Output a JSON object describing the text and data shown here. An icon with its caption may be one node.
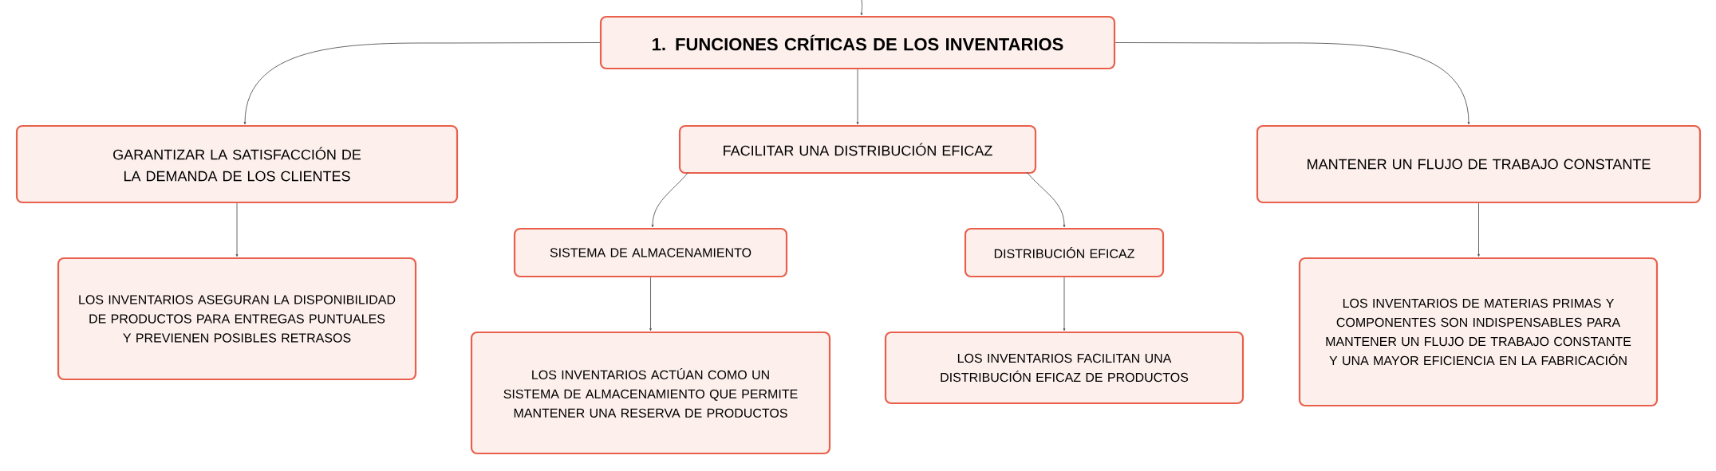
{
  "diagram": {
    "nodes": [
      {
        "text": [
          "1. FUNCIONES CRÍTICAS DE LOS INVENTARIOS"
        ]
      },
      {
        "text": [
          "GARANTIZAR LA SATISFACCIÓN DE LA DEMANDA DE LOS CLIENTES"
        ]
      },
      {
        "text": [
          "FACILITAR UNA DISTRIBUCIÓN EFICAZ"
        ]
      },
      {
        "text": [
          "MANTENER UN FLUJO DE TRABAJO CONSTANTE"
        ]
      },
      {
        "text": [
          "LOS INVENTARIOS ASEGURAN LA DISPONIBILIDAD DE PRODUCTOS PARA ENTREGAS PUNTUALES Y PREVIENEN POSIBLES RETRASOS"
        ]
      },
      {
        "text": [
          "SISTEMA DE ALMACENAMIENTO"
        ]
      },
      {
        "text": [
          "DISTRIBUCIÓN EFICAZ"
        ]
      },
      {
        "text": [
          "LOS INVENTARIOS ACTÚAN COMO UN SISTEMA DE ALMACENAMIENTO QUE PERMITE MANTENER UNA RESERVA DE PRODUCTOS"
        ]
      },
      {
        "text": [
          "LOS INVENTARIOS FACILITAN UNA DISTRIBUCIÓN EFICAZ DE PRODUCTOS"
        ]
      },
      {
        "text": [
          "LOS INVENTARIOS DE MATERIAS PRIMAS Y COMPONENTES SON INDISPENSABLES PARA MANTENER UN FLUJO DE TRABAJO CONSTANTE Y UNA MAYOR EFICIENCIA EN LA FABRICACIÓN"
        ]
      }
    ],
    "edges": [
      {
        "from": null,
        "to": 0,
        "arrow": "to"
      },
      {
        "from": 0,
        "to": 1,
        "arrow": "to"
      },
      {
        "from": 0,
        "to": 2,
        "arrow": "to"
      },
      {
        "from": 0,
        "to": 3,
        "arrow": "to"
      },
      {
        "from": 1,
        "to": 4,
        "arrow": "to"
      },
      {
        "from": 2,
        "to": 5,
        "arrow": "to"
      },
      {
        "from": 2,
        "to": 6,
        "arrow": "to"
      },
      {
        "from": 5,
        "to": 7,
        "arrow": "to"
      },
      {
        "from": 6,
        "to": 8,
        "arrow": "to"
      },
      {
        "from": 3,
        "to": 9,
        "arrow": "to"
      }
    ]
  }
}
